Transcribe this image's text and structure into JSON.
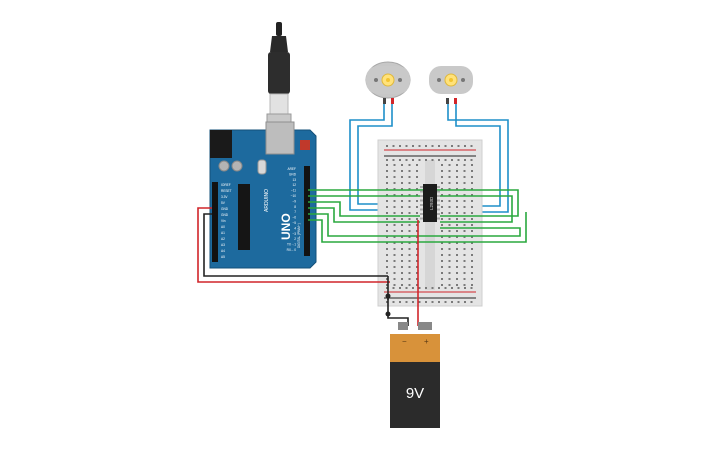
{
  "arduino": {
    "model": "UNO",
    "brand": "ARDUINO",
    "header_digital": "DIGITAL (PWM~)",
    "header_power": "POWER",
    "header_analog": "ANALOG IN",
    "pins_right": [
      "AREF",
      "GND",
      "13",
      "12",
      "~11",
      "~10",
      "~9",
      "8",
      "7",
      "~6",
      "~5",
      "4",
      "~3",
      "2",
      "TX→1",
      "RX←0"
    ],
    "pins_left": [
      "IOREF",
      "RESET",
      "3.3V",
      "5V",
      "GND",
      "GND",
      "Vin",
      "A0",
      "A1",
      "A2",
      "A3",
      "A4",
      "A5"
    ],
    "color": "#1d6a9e"
  },
  "ic": {
    "label": "L293D"
  },
  "battery": {
    "label": "9V",
    "minus": "−",
    "plus": "+"
  },
  "colors": {
    "wire_red": "#d1252a",
    "wire_black": "#222222",
    "wire_blue": "#1e8fc9",
    "wire_green": "#2aa83f",
    "breadboard": "#e4e4e4",
    "battery_top": "#d8923a",
    "battery_body": "#2b2b2b"
  }
}
